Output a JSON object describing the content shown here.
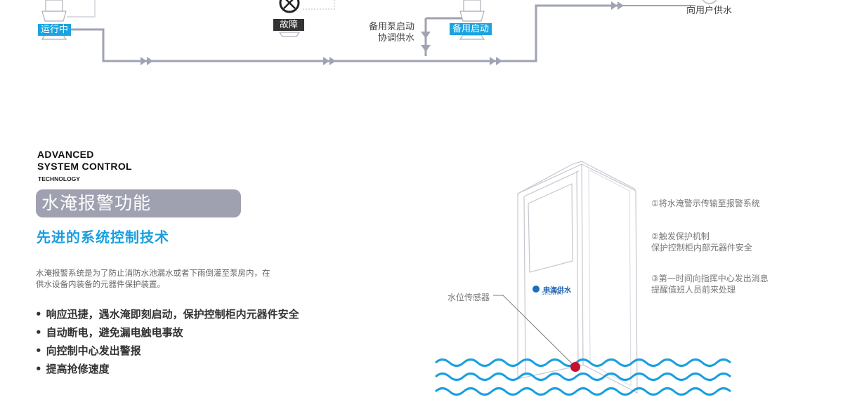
{
  "flow": {
    "running_label": "运行中",
    "fault_label": "故障",
    "standby_start_label": "备用启动",
    "coord_line1": "备用泵启动",
    "coord_line2": "协调供水",
    "supply_label": "向用户供水"
  },
  "section": {
    "eng_line1": "ADVANCED",
    "eng_line2": "SYSTEM CONTROL",
    "eng_line3": "TECHNOLOGY",
    "title": "水淹报警功能",
    "subtitle": "先进的系统控制技术",
    "description": "水淹报警系统是为了防止消防水池漏水或者下雨倒灌至泵房内，在供水设备内装备的元器件保护装置。",
    "bullets": [
      "响应迅捷，遇水淹即刻启动，保护控制柜内元器件安全",
      "自动断电，避免漏电触电事故",
      "向控制中心发出警报",
      "提高抢修速度"
    ]
  },
  "illustration": {
    "sensor_label": "水位传感器",
    "logo_cn": "申海供水",
    "logo_en": "SHENHAI",
    "notes": [
      {
        "line1": "①将水淹警示传输至报警系统",
        "line2": ""
      },
      {
        "line1": "②触发保护机制",
        "line2": "保护控制柜内部元器件安全"
      },
      {
        "line1": "③第一时间向指挥中心发出消息",
        "line2": "提醒值班人员前来处理"
      }
    ]
  },
  "colors": {
    "accent_blue": "#1aa3e0",
    "pipe_gray": "#9fa3b3",
    "water_blue": "#1a9fe0",
    "sensor_red": "#c8102e"
  }
}
